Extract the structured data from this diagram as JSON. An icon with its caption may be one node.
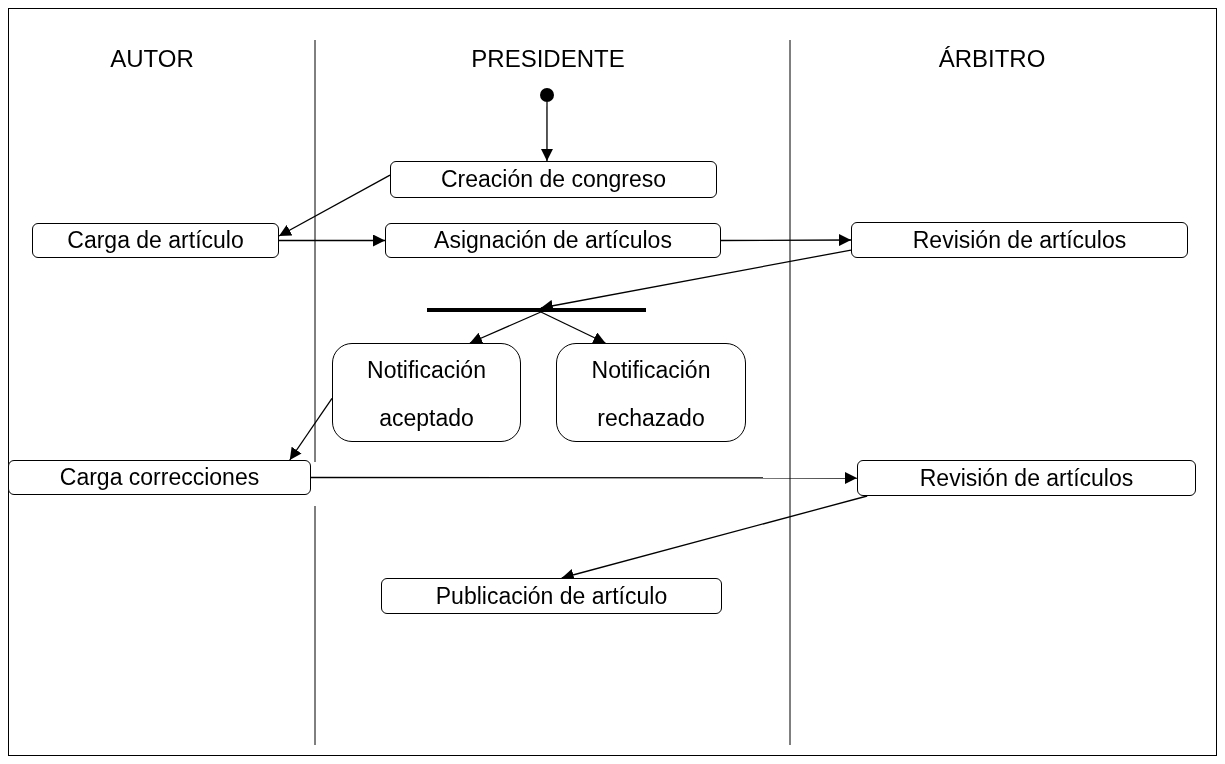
{
  "diagram": {
    "nodes": [
      {
        "text": [],
        "shape": "circle"
      },
      {
        "text": [
          "Creación de congreso"
        ]
      },
      {
        "text": [
          "Carga de artículo"
        ]
      },
      {
        "text": [
          "Asignación de artículos"
        ]
      },
      {
        "text": [
          "Revisión de artículos"
        ]
      },
      {
        "text": [],
        "shape": "bar"
      },
      {
        "text": [
          "Notificación aceptado"
        ]
      },
      {
        "text": [
          "Notificación rechazado"
        ]
      },
      {
        "text": [
          "Carga correcciones"
        ]
      },
      {
        "text": [
          "Revisión de artículos"
        ]
      },
      {
        "text": [
          "Publicación de artículo"
        ]
      }
    ],
    "edges": [
      {
        "from": 0,
        "to": 1,
        "arrow": "to"
      },
      {
        "from": 1,
        "to": 2,
        "arrow": "to"
      },
      {
        "from": 2,
        "to": 3,
        "arrow": "to"
      },
      {
        "from": 3,
        "to": 4,
        "arrow": "to"
      },
      {
        "from": 4,
        "to": 5,
        "arrow": "to"
      },
      {
        "from": 5,
        "to": 6,
        "arrow": "to"
      },
      {
        "from": 5,
        "to": 7,
        "arrow": "to"
      },
      {
        "from": 6,
        "to": 8,
        "arrow": "to"
      },
      {
        "from": 8,
        "to": 9,
        "arrow": "to"
      },
      {
        "from": 9,
        "to": 10,
        "arrow": "to"
      }
    ],
    "labels": [
      "AUTOR",
      "PRESIDENTE",
      "ÁRBITRO"
    ]
  }
}
